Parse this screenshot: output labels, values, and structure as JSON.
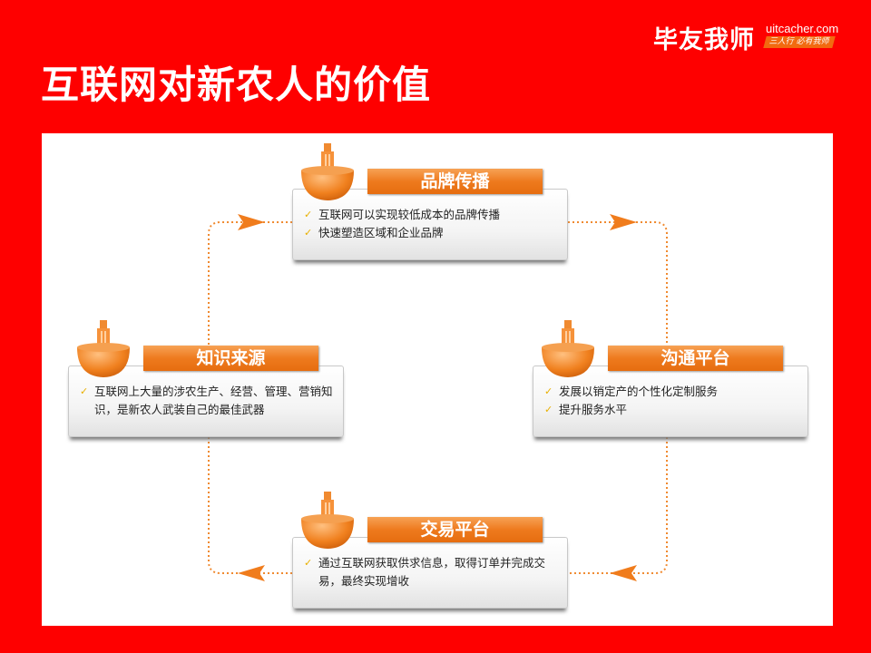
{
  "brand": {
    "logo": "毕友我师",
    "site": "uitcacher.com",
    "slogan": "三人行 必有我师"
  },
  "title": "互联网对新农人的价值",
  "colors": {
    "background": "#fe0000",
    "accent": "#ee7a1e"
  },
  "nodes": {
    "top": {
      "label": "品牌传播",
      "items": [
        "互联网可以实现较低成本的品牌传播",
        "快速塑造区域和企业品牌"
      ]
    },
    "left": {
      "label": "知识来源",
      "items": [
        "互联网上大量的涉农生产、经营、管理、营销知识，是新农人武装自己的最佳武器"
      ]
    },
    "right": {
      "label": "沟通平台",
      "items": [
        "发展以销定产的个性化定制服务",
        "提升服务水平"
      ]
    },
    "bottom": {
      "label": "交易平台",
      "items": [
        "通过互联网获取供求信息，取得订单并完成交易，最终实现增收"
      ]
    }
  },
  "check_icon": "✓"
}
